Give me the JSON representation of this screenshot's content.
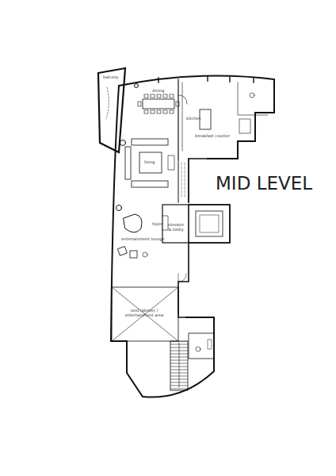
{
  "diagram": {
    "title": "MID LEVEL",
    "labels": [
      "balcony",
      "dining",
      "living",
      "kitchen",
      "breakfast counter",
      "elevator & lobby",
      "foyer",
      "entertainment lounge",
      "void (above) / entertainment area"
    ]
  }
}
